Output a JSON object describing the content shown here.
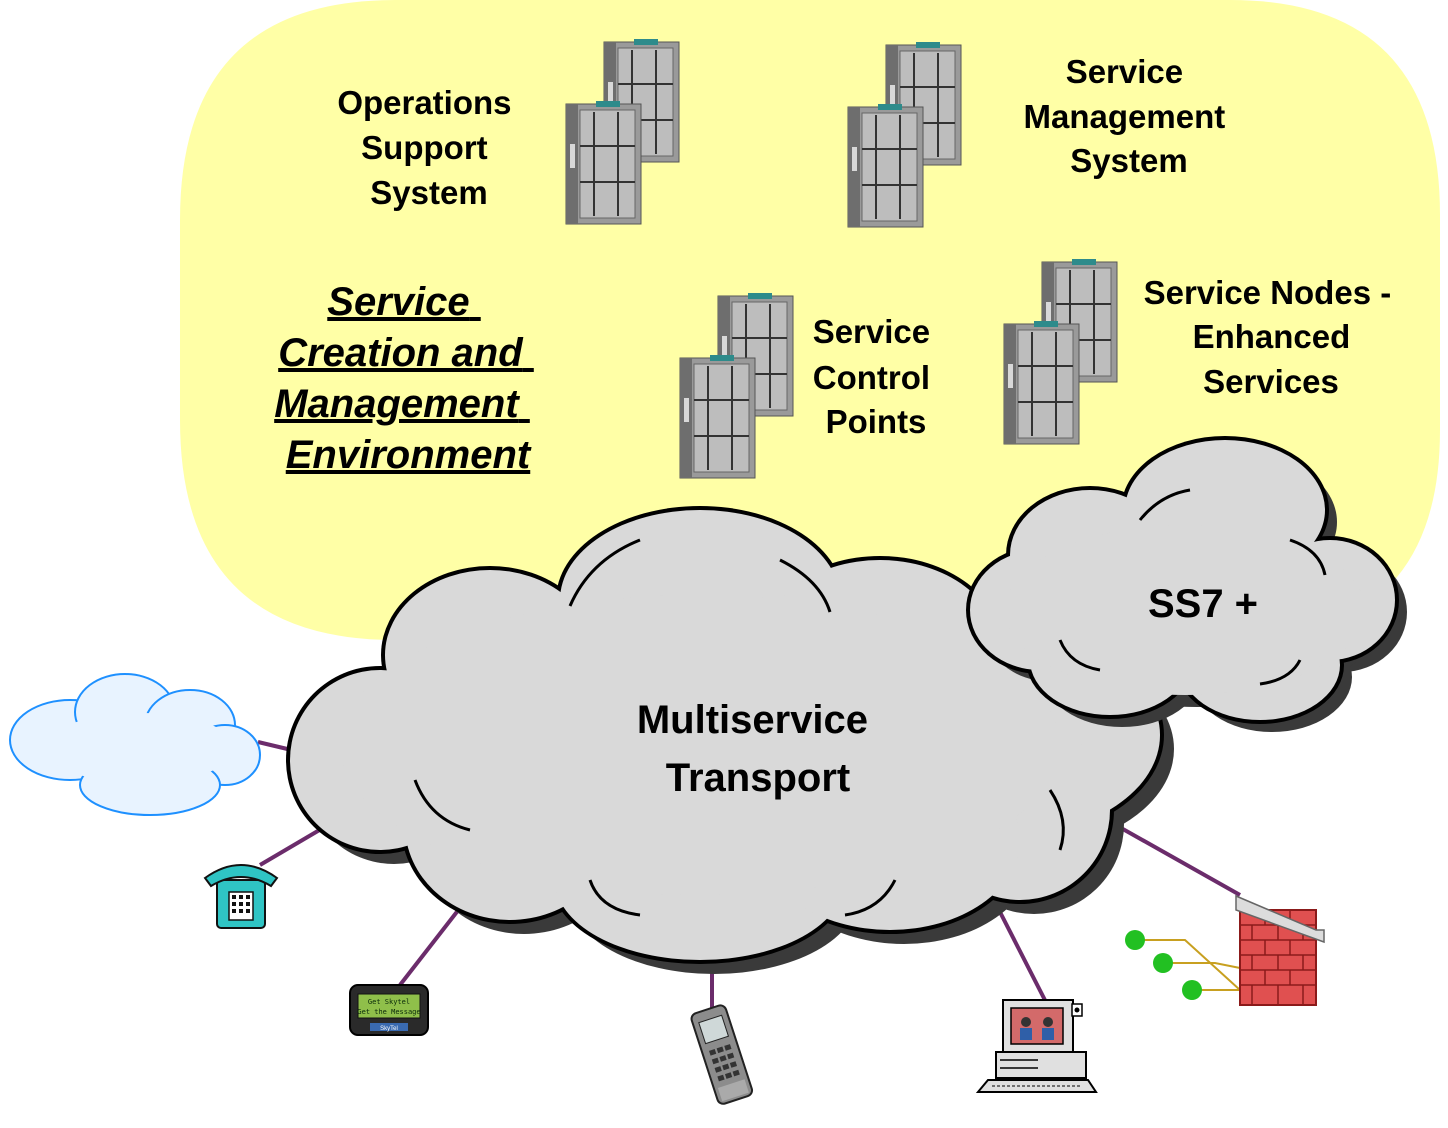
{
  "environment": {
    "title_lines": [
      "Service",
      "Creation and",
      "Management",
      "Environment"
    ],
    "background_color": "#FFFFA6"
  },
  "servers": {
    "oss": {
      "label_lines": [
        "Operations",
        "Support",
        "System"
      ],
      "icon": "server-rack-icon"
    },
    "sms": {
      "label_lines": [
        "Service",
        "Management",
        "System"
      ],
      "icon": "server-rack-icon"
    },
    "scp": {
      "label_lines": [
        "Service",
        "Control",
        "Points"
      ],
      "icon": "server-rack-icon"
    },
    "sn": {
      "label_lines": [
        "Service Nodes -",
        "Enhanced",
        "Services"
      ],
      "icon": "server-rack-icon"
    }
  },
  "clouds": {
    "transport": {
      "label_lines": [
        "Multiservice",
        "Transport"
      ],
      "color": "#D9D9D9"
    },
    "ss7": {
      "label_lines": [
        "SS7 +"
      ],
      "color": "#D9D9D9"
    },
    "external": {
      "icon": "network-cloud-icon",
      "color": "#1E90FF"
    }
  },
  "devices": [
    {
      "name": "telephone",
      "icon": "telephone-icon"
    },
    {
      "name": "pager",
      "icon": "pager-icon",
      "screen_lines": [
        "Get Skytel",
        "Get the Message"
      ],
      "brand": "SkyTel"
    },
    {
      "name": "cell-phone",
      "icon": "cell-phone-icon"
    },
    {
      "name": "videoconference-pc",
      "icon": "desktop-computer-icon"
    },
    {
      "name": "firewall",
      "icon": "firewall-icon"
    }
  ],
  "link_color": "#6B2C6B"
}
